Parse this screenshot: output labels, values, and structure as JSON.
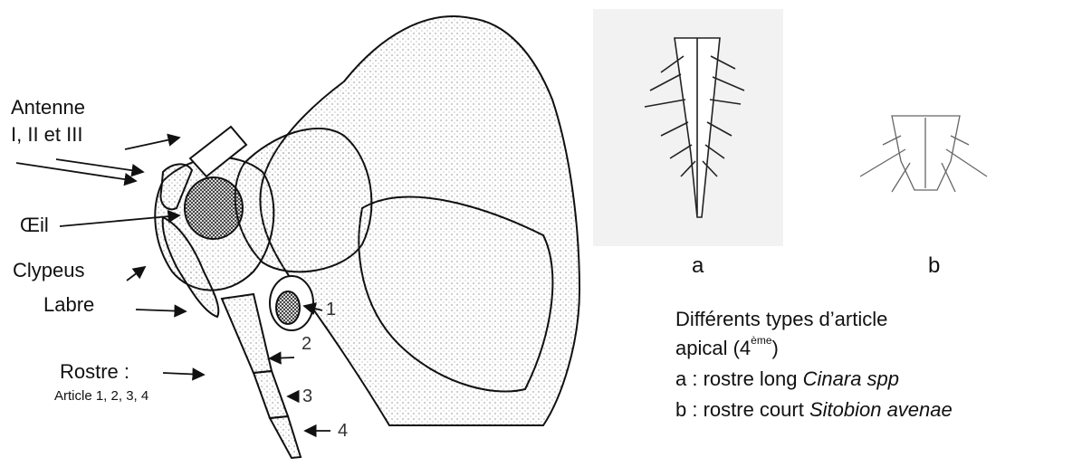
{
  "labels": {
    "antenne": "Antenne",
    "antenne_segments": "I, II et III",
    "oeil": "Œil",
    "clypeus": "Clypeus",
    "labre": "Labre",
    "rostre": "Rostre :",
    "rostre_articles": "Article 1, 2, 3, 4",
    "num_1": "1",
    "num_2": "2",
    "num_3": "3",
    "num_4": "4"
  },
  "panels": {
    "a_letter": "a",
    "b_letter": "b"
  },
  "caption": {
    "line1": "Différents types d’article",
    "line2_prefix": "apical (4",
    "line2_sup": "ème",
    "line2_suffix": ")",
    "line3_prefix": "a : rostre long ",
    "line3_italic": "Cinara spp",
    "line4_prefix": "b : rostre court ",
    "line4_italic": "Sitobion avenae"
  },
  "colors": {
    "ink": "#111111",
    "panel_a_bg": "#f2f2f2"
  }
}
